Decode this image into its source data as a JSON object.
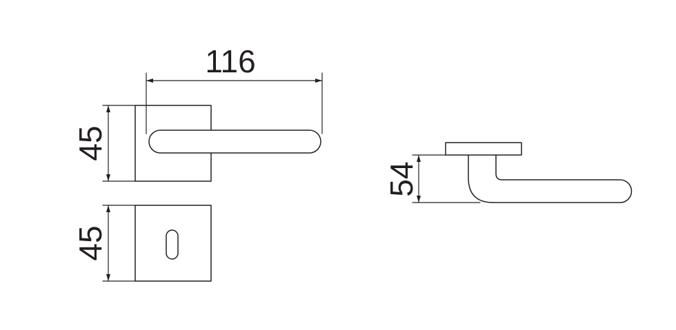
{
  "dimensions": {
    "handle_length": "116",
    "rose_height": "45",
    "escutcheon_height": "45",
    "projection": "54"
  },
  "colors": {
    "line": "#231f20",
    "background": "#ffffff"
  }
}
